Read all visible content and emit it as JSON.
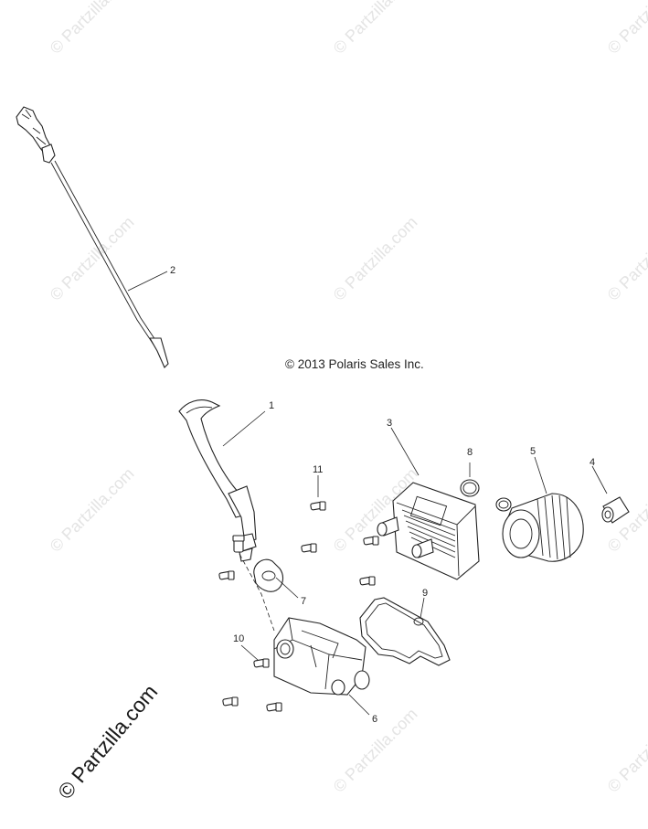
{
  "copyright_text": "© 2013 Polaris Sales Inc.",
  "watermark_text": "© Partzilla.com",
  "callouts": {
    "c1": "1",
    "c2": "2",
    "c3": "3",
    "c4": "4",
    "c5": "5",
    "c6": "6",
    "c7": "7",
    "c8": "8",
    "c9": "9",
    "c10": "10",
    "c11": "11"
  },
  "colors": {
    "line": "#222222",
    "watermark": "#e4e4e4",
    "background": "#ffffff"
  }
}
